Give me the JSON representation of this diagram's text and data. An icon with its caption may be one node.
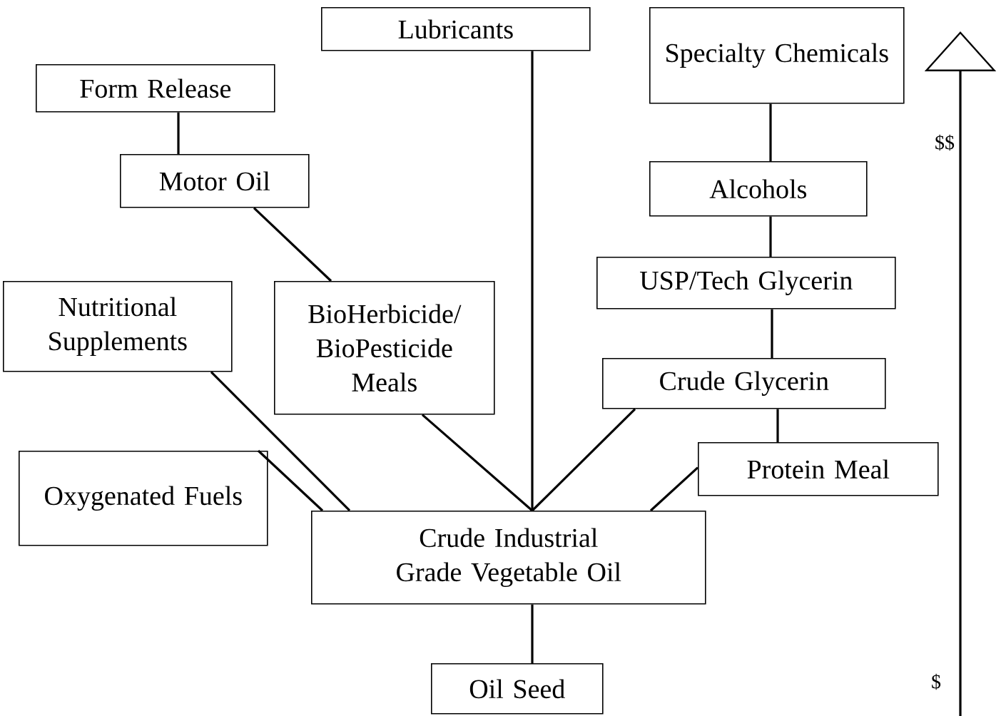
{
  "diagram": {
    "nodes": [
      {
        "text": [
          "Lubricants"
        ]
      },
      {
        "text": [
          "Form Release"
        ]
      },
      {
        "text": [
          "Specialty Chemicals"
        ]
      },
      {
        "text": [
          "Motor Oil"
        ]
      },
      {
        "text": [
          "Alcohols"
        ]
      },
      {
        "text": [
          "Nutritional Supplements"
        ]
      },
      {
        "text": [
          "BioHerbicide/ BioPesticide Meals"
        ]
      },
      {
        "text": [
          "USP/Tech Glycerin"
        ]
      },
      {
        "text": [
          "Crude Glycerin"
        ]
      },
      {
        "text": [
          "Oxygenated Fuels"
        ]
      },
      {
        "text": [
          "Protein Meal"
        ]
      },
      {
        "text": [
          "Crude Industrial Grade Vegetable Oil"
        ]
      },
      {
        "text": [
          "Oil Seed"
        ]
      }
    ],
    "edges": [
      {
        "from": 12,
        "to": 11,
        "arrow": "none"
      },
      {
        "from": 11,
        "to": 0,
        "arrow": "none"
      },
      {
        "from": 11,
        "to": 6,
        "arrow": "none"
      },
      {
        "from": 11,
        "to": 5,
        "arrow": "none"
      },
      {
        "from": 11,
        "to": 9,
        "arrow": "none"
      },
      {
        "from": 11,
        "to": 8,
        "arrow": "none"
      },
      {
        "from": 11,
        "to": 10,
        "arrow": "none"
      },
      {
        "from": 6,
        "to": 3,
        "arrow": "none"
      },
      {
        "from": 3,
        "to": 1,
        "arrow": "none"
      },
      {
        "from": 10,
        "to": 8,
        "arrow": "none"
      },
      {
        "from": 8,
        "to": 7,
        "arrow": "none"
      },
      {
        "from": 7,
        "to": 4,
        "arrow": "none"
      },
      {
        "from": 4,
        "to": 2,
        "arrow": "none"
      }
    ],
    "labels": [
      "$$",
      "$"
    ]
  }
}
